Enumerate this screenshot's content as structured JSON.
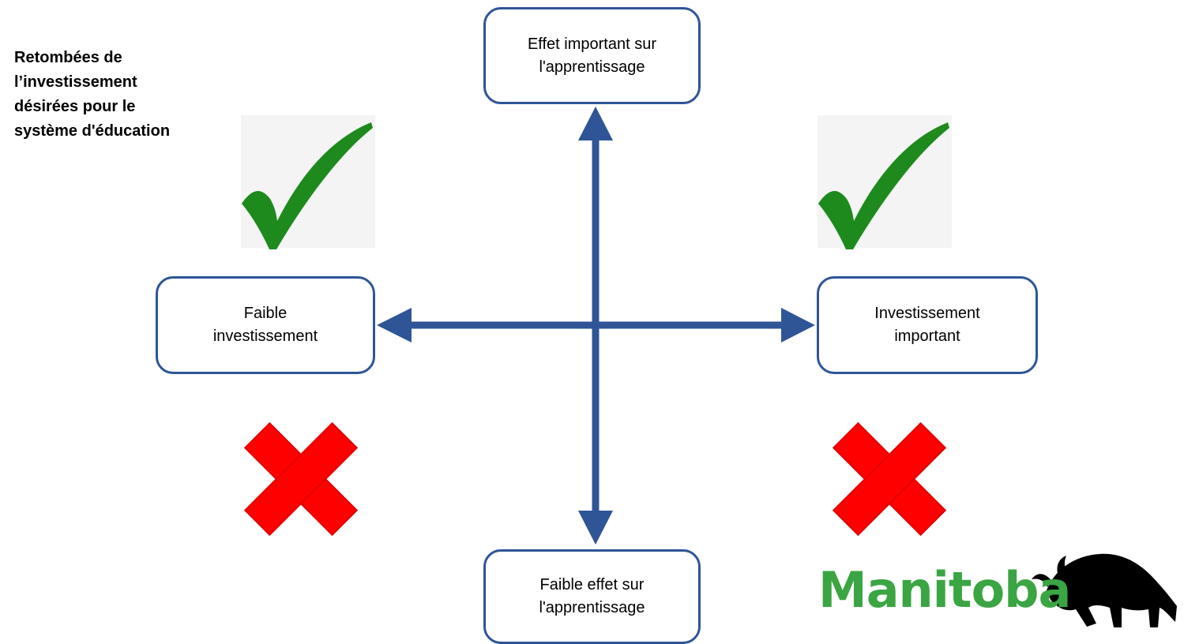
{
  "title_lines": [
    "Retombées de",
    "l’investissement",
    "désirées pour le",
    "système d'éducation"
  ],
  "nodes": {
    "top": [
      "Effet important sur",
      "l'apprentissage"
    ],
    "left": [
      "Faible",
      "investissement"
    ],
    "right": [
      "Investissement",
      "important"
    ],
    "bottom": [
      "Faible effet sur",
      "l'apprentissage"
    ]
  },
  "quadrant_marks": {
    "top_left": "check-icon",
    "top_right": "check-icon",
    "bottom_left": "cross-icon",
    "bottom_right": "cross-icon"
  },
  "logo": {
    "text": "Manitoba",
    "icon": "bison-icon"
  },
  "colors": {
    "axis": "#2f5597",
    "node_border": "#2f5597",
    "check": "#1e8a1e",
    "check_bg": "#f4f4f4",
    "cross": "#ff0000",
    "logo": "#3aa542"
  }
}
